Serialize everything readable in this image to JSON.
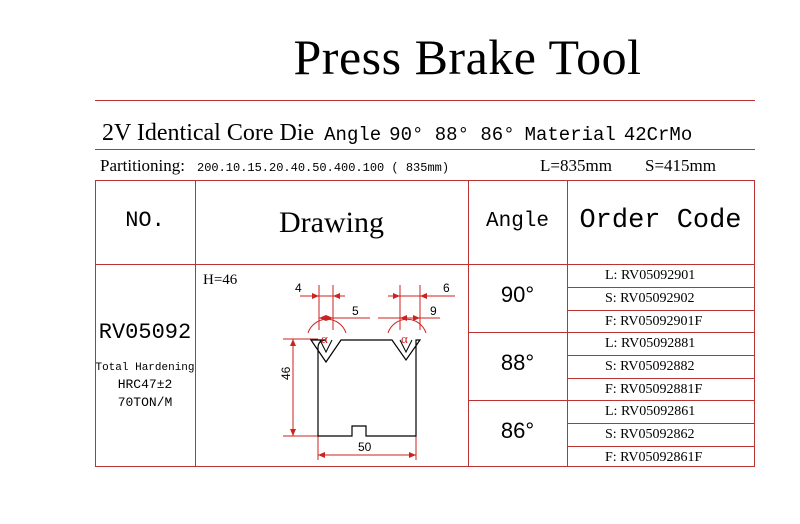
{
  "title": "Press Brake Tool",
  "subtitle": {
    "name": "2V Identical Core Die",
    "angle_label": "Angle",
    "angles": "90° 88° 86°",
    "material_label": "Material",
    "material": "42CrMo"
  },
  "partitioning": {
    "label": "Partitioning:",
    "value": "200.10.15.20.40.50.400.100 ( 835mm)",
    "L": "L=835mm",
    "S": "S=415mm"
  },
  "table": {
    "headers": {
      "no": "NO.",
      "drawing": "Drawing",
      "angle": "Angle",
      "order_code": "Order Code"
    },
    "model": "RV05092",
    "notes": [
      "Total Hardening",
      "HRC47±2",
      "70TON/M"
    ],
    "drawing": {
      "height_label": "H=46",
      "dims": {
        "a": "4",
        "b": "5",
        "c": "6",
        "d": "9",
        "height": "46",
        "width": "50"
      },
      "alpha": "α"
    },
    "rows": [
      {
        "angle": "90°",
        "codes": [
          "L: RV05092901",
          "S: RV05092902",
          "F: RV05092901F"
        ]
      },
      {
        "angle": "88°",
        "codes": [
          "L: RV05092881",
          "S: RV05092882",
          "F: RV05092881F"
        ]
      },
      {
        "angle": "86°",
        "codes": [
          "L: RV05092861",
          "S: RV05092862",
          "F: RV05092861F"
        ]
      }
    ]
  },
  "colors": {
    "rule": "#bb3333",
    "dimension": "#cc2222",
    "drawing": "#000000"
  }
}
